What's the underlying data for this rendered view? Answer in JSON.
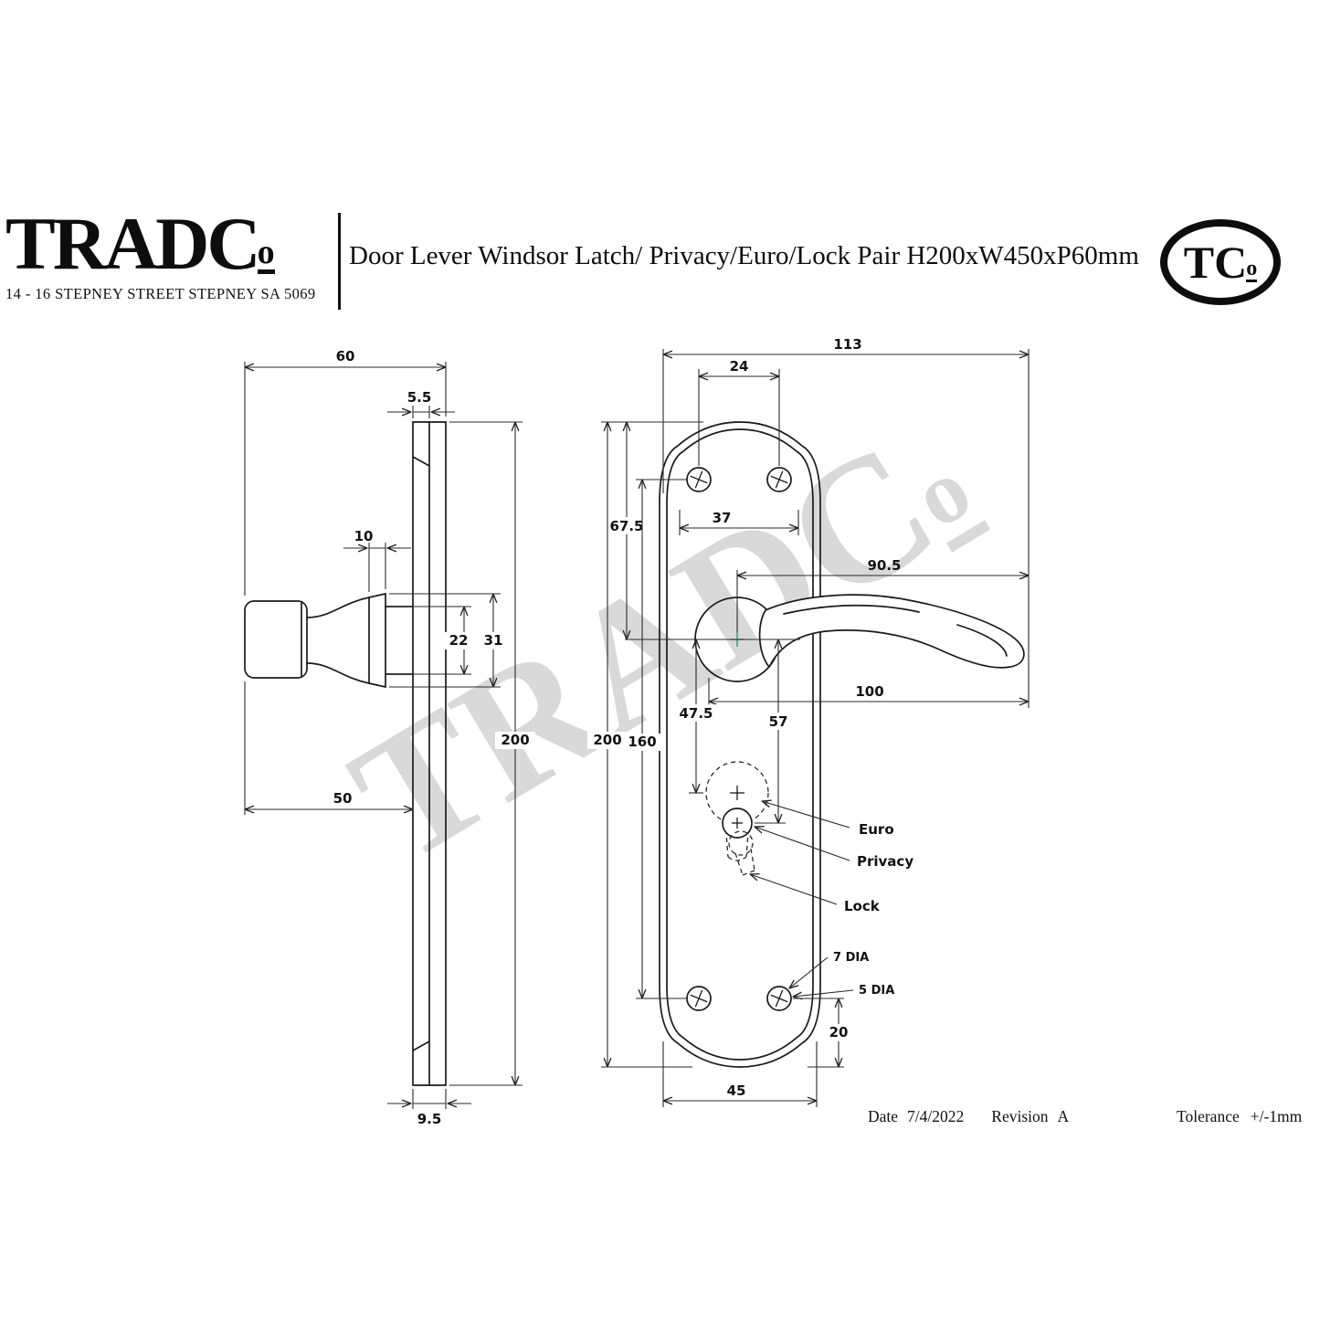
{
  "header": {
    "logo": {
      "main": "TRADC",
      "small_o": "o"
    },
    "address": "14 - 16 STEPNEY STREET STEPNEY SA 5069",
    "title": "Door Lever Windsor Latch/ Privacy/Euro/Lock Pair H200xW450xP60mm",
    "badge": {
      "main": "TC",
      "small_o": "o"
    }
  },
  "watermark": {
    "main": "TRADC",
    "small_o": "o"
  },
  "side_view": {
    "dim_projection": "60",
    "dim_edge_thickness": "5.5",
    "dim_collar_width": "10",
    "dim_rose_inner": "22",
    "dim_rose_outer": "31",
    "dim_plate_height": "200",
    "dim_handle_length": "50",
    "dim_base_thickness": "9.5"
  },
  "front_view": {
    "dim_overall_width": "113",
    "dim_screw_span": "24",
    "dim_top_to_centre": "67.5",
    "dim_plate_top_width": "37",
    "dim_lever_reach": "90.5",
    "dim_lever_length": "100",
    "dim_centre_to_euro": "47.5",
    "dim_centre_to_privacy": "57",
    "dim_plate_height": "200",
    "dim_screw_vertical_span": "160",
    "dim_screw_to_bottom": "20",
    "dim_plate_width": "45",
    "label_euro": "Euro",
    "label_privacy": "Privacy",
    "label_lock": "Lock",
    "label_screw_outer_dia": "7 DIA",
    "label_screw_inner_dia": "5 DIA"
  },
  "footer": {
    "date_label": "Date",
    "date_value": "7/4/2022",
    "revision_label": "Revision",
    "revision_value": "A",
    "tolerance_label": "Tolerance",
    "tolerance_value": "+/-1mm"
  }
}
